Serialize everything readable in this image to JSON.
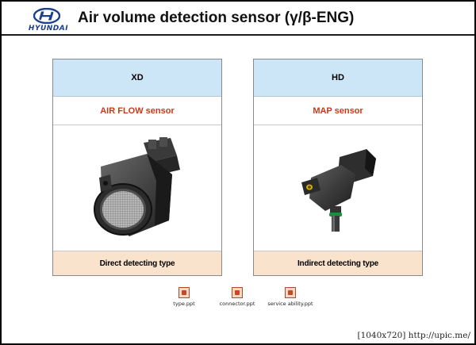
{
  "header": {
    "brand": "HYUNDAI",
    "title": "Air volume detection sensor (γ/β-ENG)"
  },
  "cards": [
    {
      "heading": "XD",
      "sensor": "AIR FLOW sensor",
      "caption": "Direct detecting type"
    },
    {
      "heading": "HD",
      "sensor": "MAP sensor",
      "caption": "Indirect detecting type"
    }
  ],
  "attachments": [
    {
      "label": "type.ppt",
      "icon": "ppt-file-icon"
    },
    {
      "label": "connector.ppt",
      "icon": "ppt-file-icon"
    },
    {
      "label": "service ability.ppt",
      "icon": "ppt-file-icon"
    }
  ],
  "watermark": "[1040x720] http://upic.me/",
  "colors": {
    "brand_blue": "#1b3f8b",
    "card_header_bg": "#cce6f8",
    "sensor_text": "#c8391a",
    "card_footer_bg": "#fae3cc"
  }
}
